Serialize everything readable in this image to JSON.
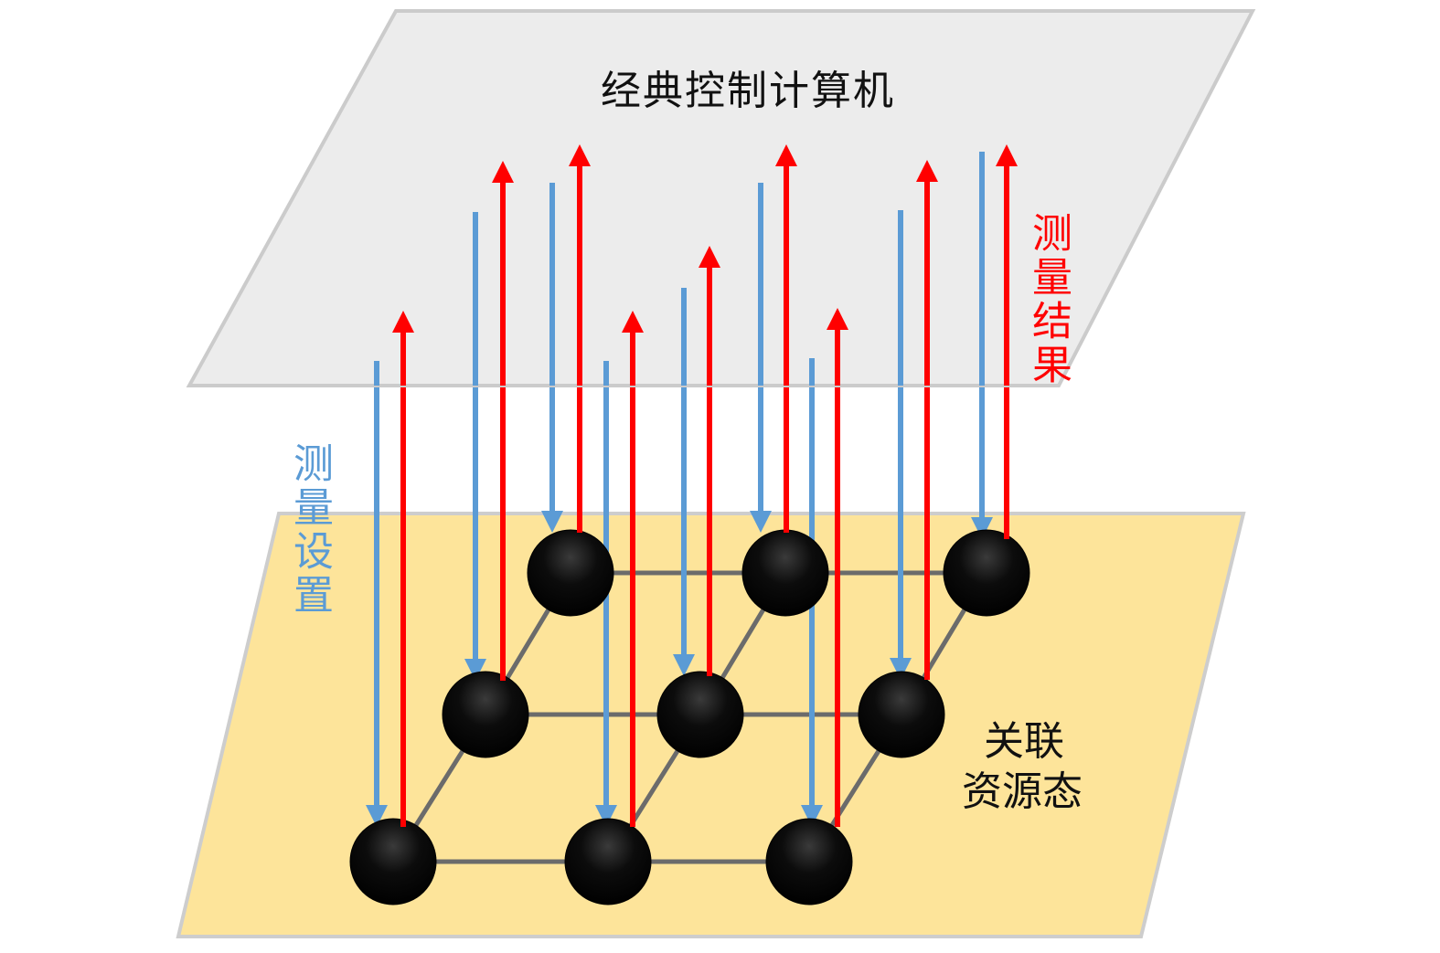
{
  "labels": {
    "top_plane": "经典控制计算机",
    "measurement_result": "测量结果",
    "measurement_setting": "测量设置",
    "resource_state_line1": "关联",
    "resource_state_line2": "资源态"
  },
  "colors": {
    "top_plane_fill": "#ebebeb",
    "top_plane_stroke": "#cbcbcb",
    "bottom_plane_fill": "#fde49a",
    "bottom_plane_stroke": "#cdcdcd",
    "result_arrow": "#ff0000",
    "setting_arrow": "#5b9bd5",
    "result_text": "#ff0000",
    "setting_text": "#5b9bd5",
    "qubit": "#000000",
    "bond": "#6b6b6b"
  },
  "qubit_grid": {
    "rows": 3,
    "cols": 3
  }
}
